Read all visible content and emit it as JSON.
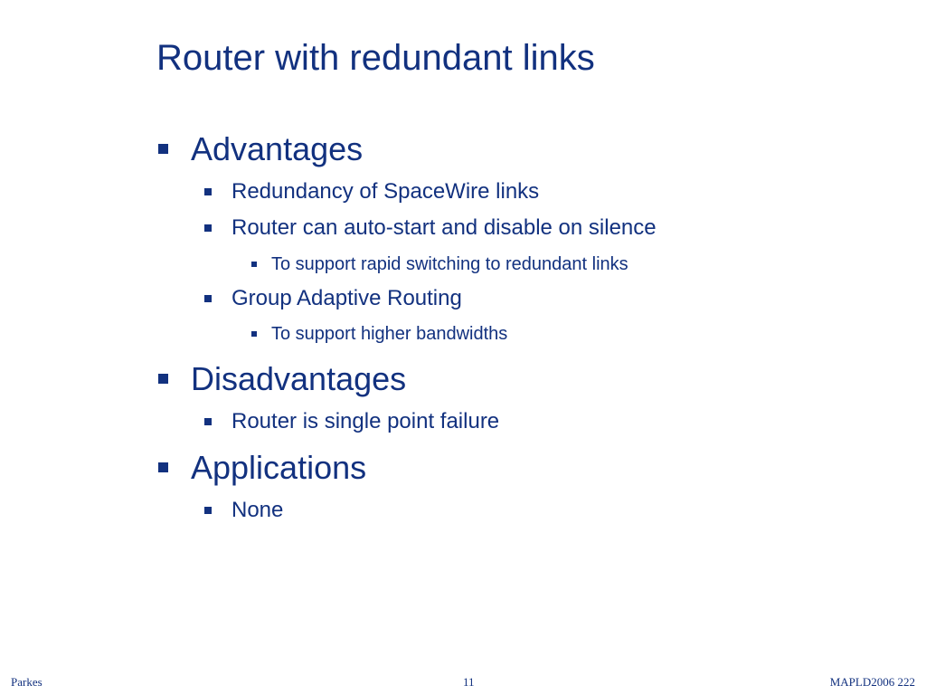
{
  "slide": {
    "title": "Router with redundant links",
    "bullets": {
      "advantages": "Advantages",
      "redundancy": "Redundancy of SpaceWire links",
      "auto_start": "Router can auto-start and disable on silence",
      "rapid_switching": "To support rapid switching to redundant links",
      "group_routing": "Group Adaptive Routing",
      "higher_bandwidths": "To support higher bandwidths",
      "disadvantages": "Disadvantages",
      "single_point": "Router is single point failure",
      "applications": "Applications",
      "none": "None"
    }
  },
  "footer": {
    "author": "Parkes",
    "page_number": "11",
    "conference": "MAPLD2006 222"
  },
  "colors": {
    "text": "#12317f",
    "background": "#ffffff"
  }
}
